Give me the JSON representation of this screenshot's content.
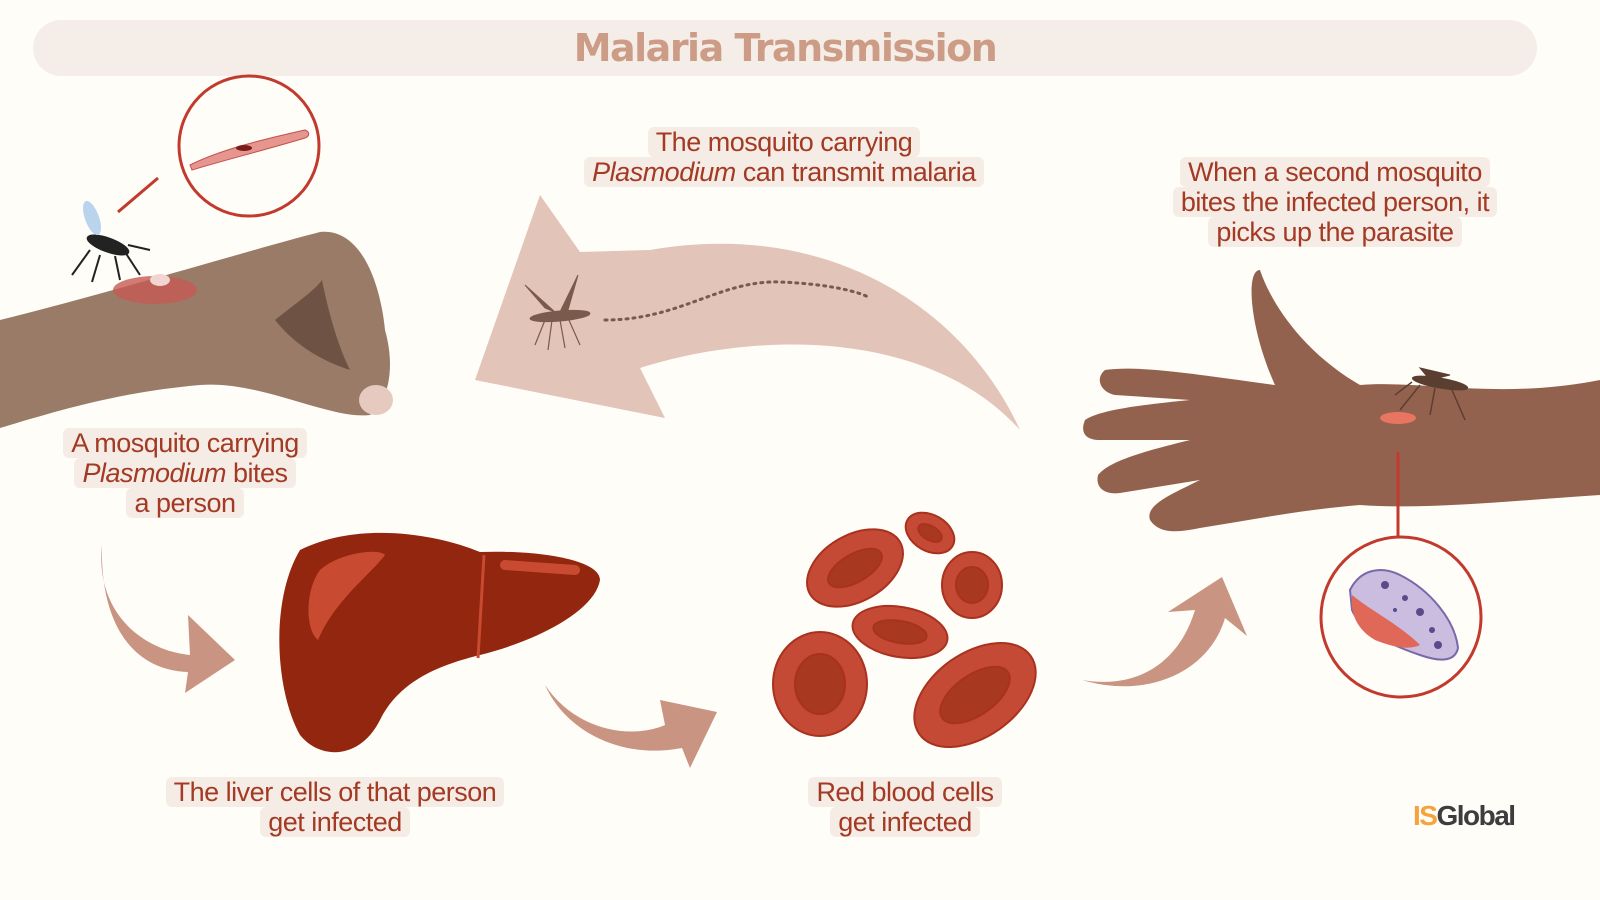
{
  "title": "Malaria Transmission",
  "steps": {
    "bite": {
      "line1": "A mosquito carrying",
      "line2_italic": "Plasmodium",
      "line2_rest": " bites",
      "line3": "a person"
    },
    "liver": {
      "line1": "The liver cells of that person",
      "line2": "get infected"
    },
    "blood": {
      "line1": "Red blood cells",
      "line2": "get infected"
    },
    "second_bite": {
      "line1": "When a second mosquito",
      "line2": "bites the infected person, it",
      "line3": "picks up the parasite"
    },
    "transmit": {
      "line1": "The mosquito carrying",
      "line2_italic": "Plasmodium",
      "line2_rest": " can transmit malaria"
    }
  },
  "logo": {
    "part1": "IS",
    "part2": "Global"
  },
  "colors": {
    "accent_text": "#a33a24",
    "title": "#cd9c86",
    "label_bg": "#f6ece6",
    "arrow": "#c99482",
    "big_arrow": "#e2c4b8",
    "liver": "#93260e",
    "rbc": "#c54a36",
    "skin_left": "#9a7b68",
    "skin_right": "#93624f"
  }
}
